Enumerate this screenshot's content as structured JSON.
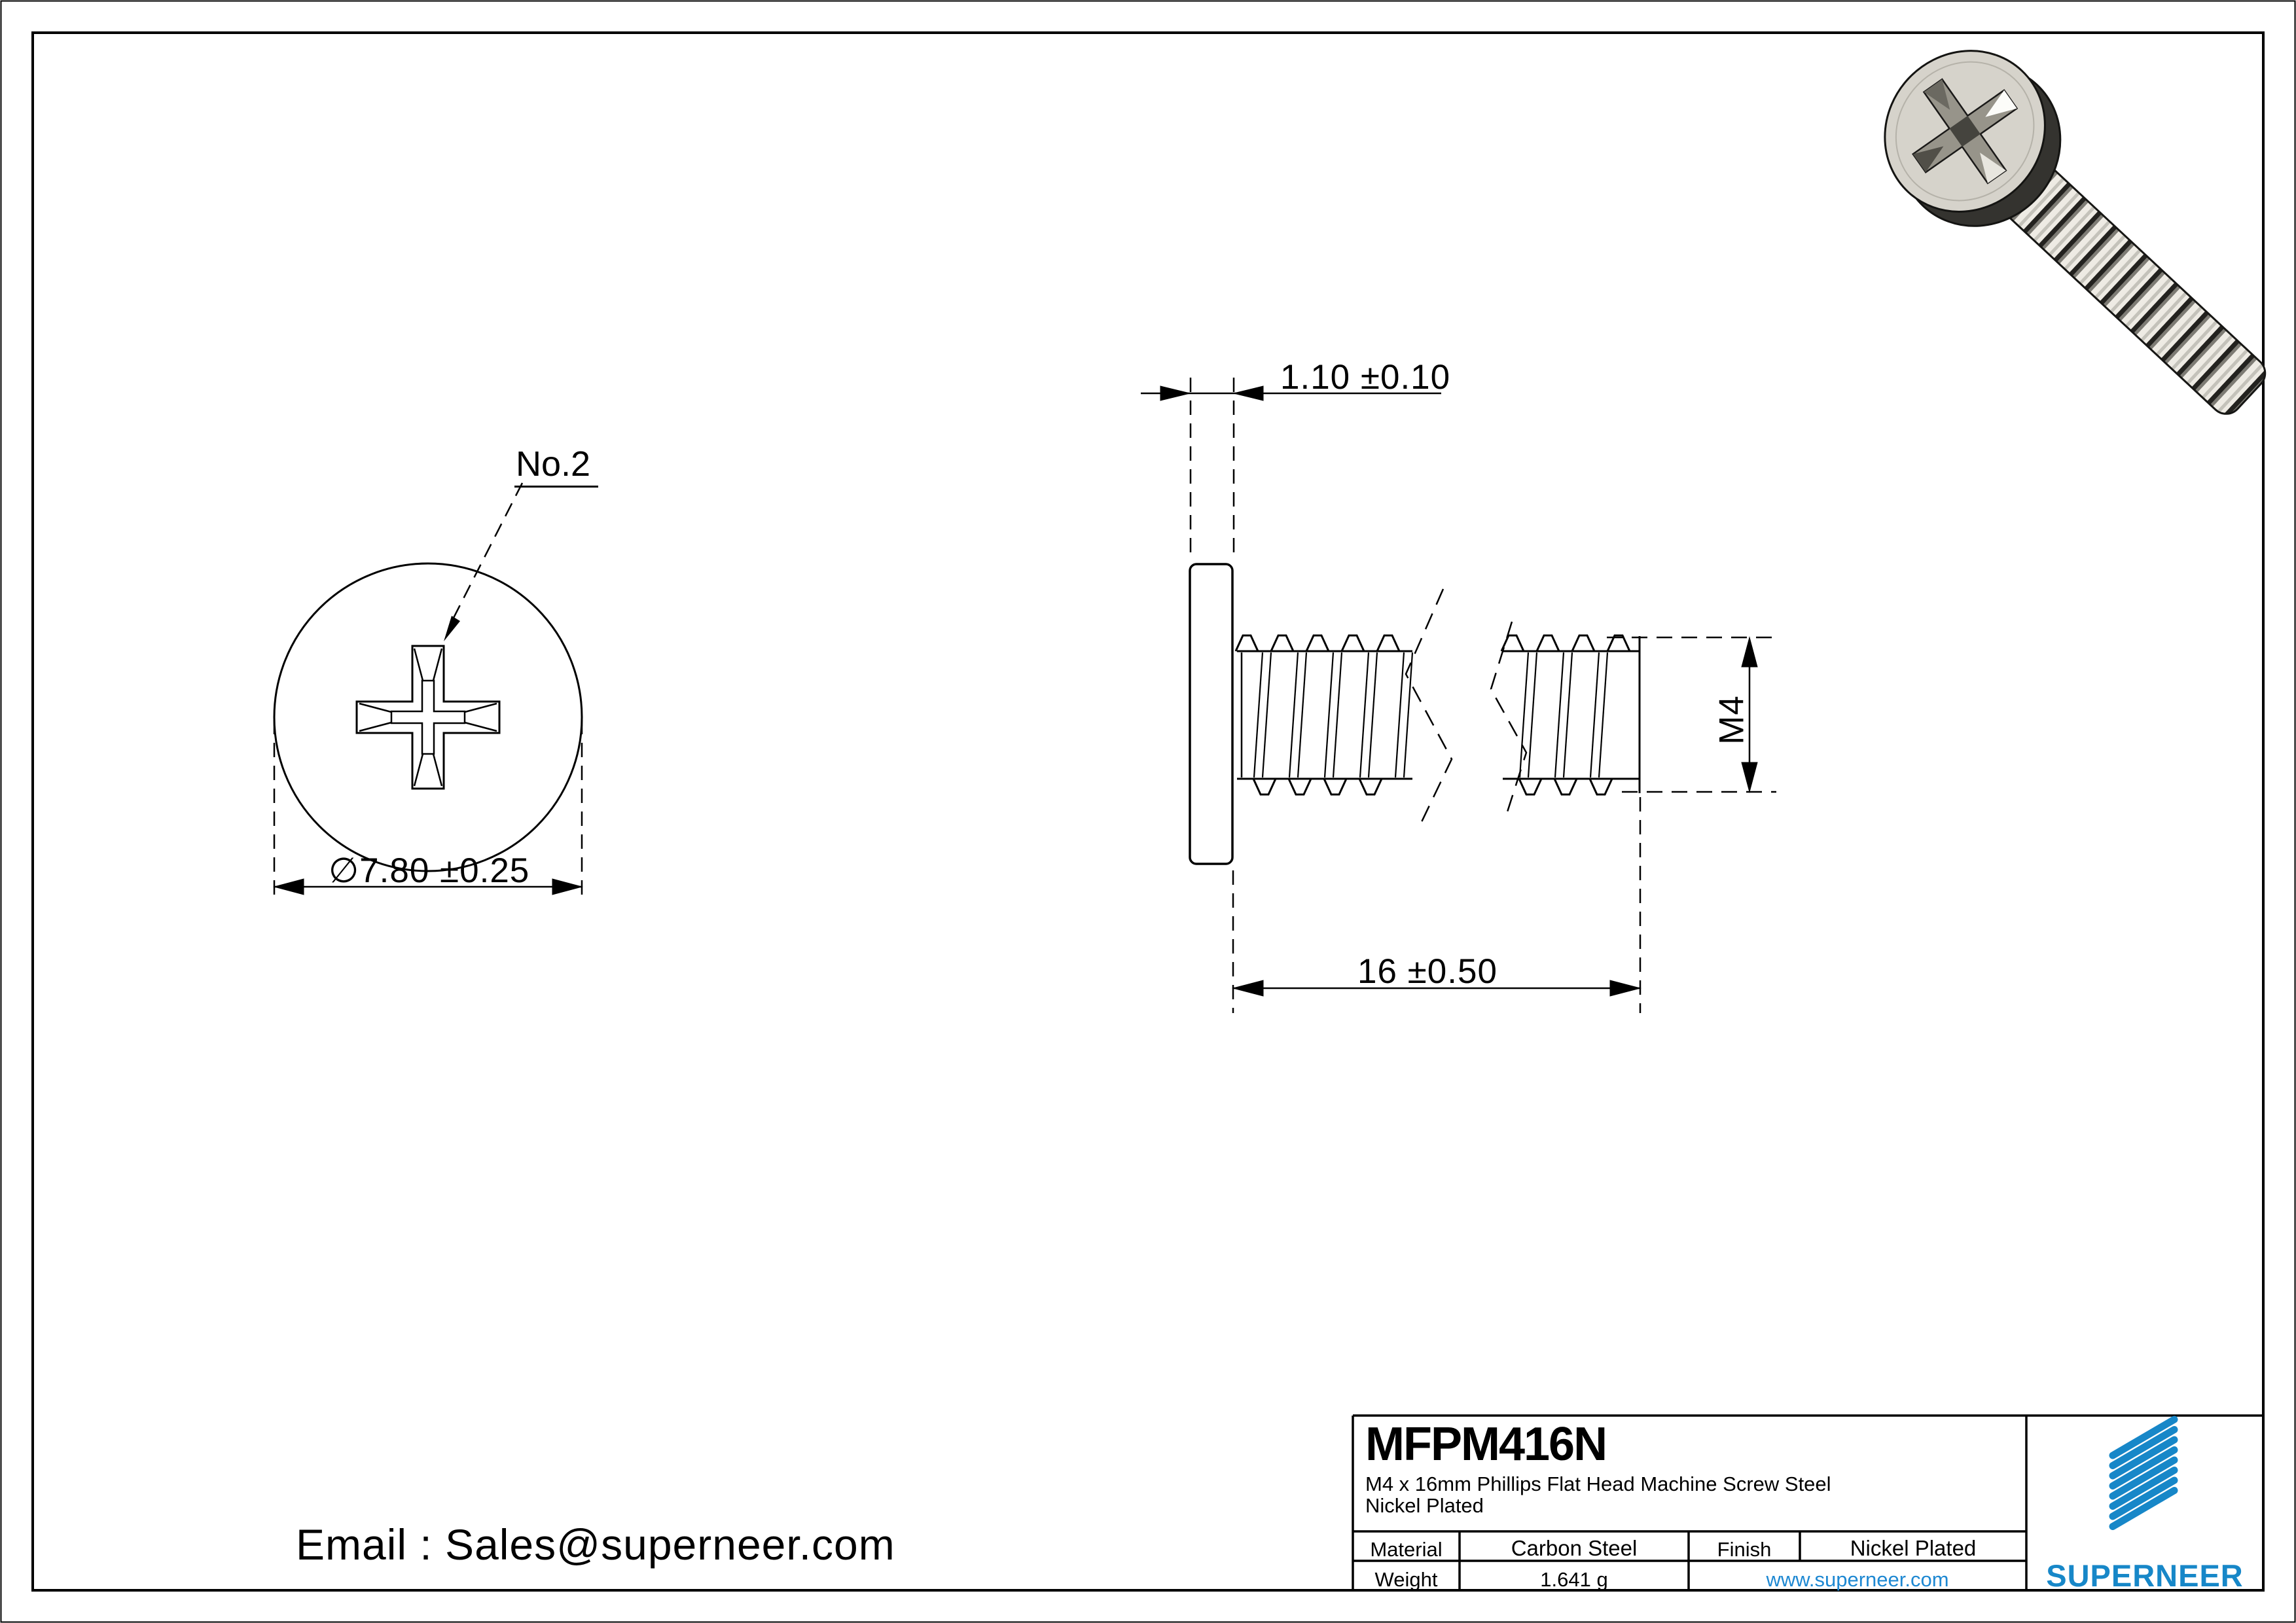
{
  "page": {
    "email_label": "Email : Sales@superneer.com"
  },
  "views": {
    "front": {
      "recess_label": "No.2",
      "diameter_dim": "∅7.80 ±0.25"
    },
    "side": {
      "head_thickness_dim": "1.10 ±0.10",
      "length_dim": "16 ±0.50",
      "thread_dim": "M4"
    }
  },
  "title_block": {
    "part_number": "MFPM416N",
    "description_line1": "M4 x 16mm Phillips Flat Head Machine Screw Steel",
    "description_line2": "Nickel Plated",
    "material_label": "Material",
    "material_value": "Carbon Steel",
    "finish_label": "Finish",
    "finish_value": "Nickel Plated",
    "weight_label": "Weight",
    "weight_value": "1.641 g",
    "website": "www.superneer.com",
    "brand": "SUPERNEER",
    "brand_color": "#1787c8",
    "link_color": "#1e88d2"
  }
}
